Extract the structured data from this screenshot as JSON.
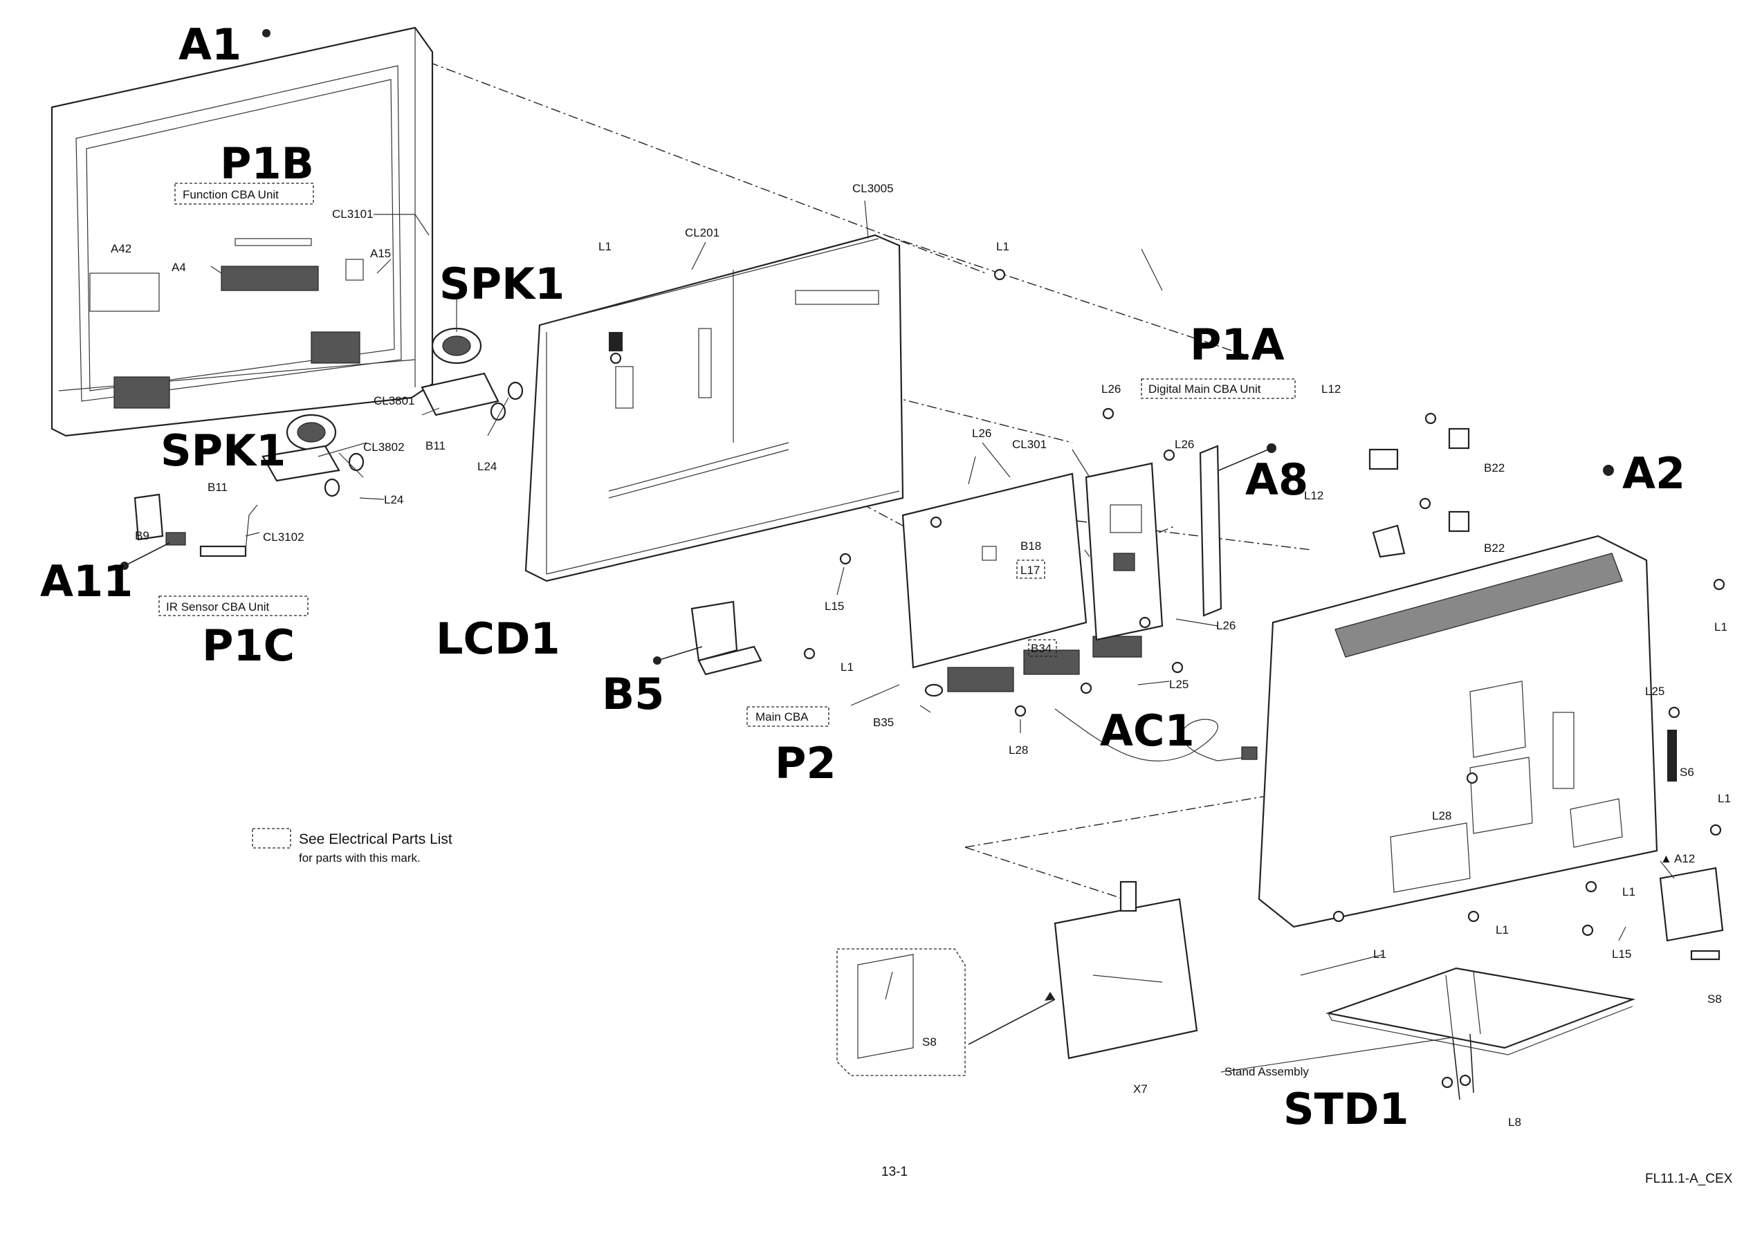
{
  "labels": {
    "function_cba": "Function CBA Unit",
    "ir_sensor_cba": "IR Sensor CBA Unit",
    "digital_main_cba": "Digital Main CBA Unit",
    "main_cba": "Main CBA",
    "cl3101": "CL3101",
    "cl3102": "CL3102",
    "cl3801": "CL3801",
    "cl3802": "CL3802",
    "cl3005": "CL3005",
    "cl201": "CL201",
    "cl301": "CL301",
    "a42": "A42",
    "a4": "A4",
    "a15": "A15",
    "a12": "A12",
    "b9": "B9",
    "b11a": "B11",
    "b11b": "B11",
    "b18": "B18",
    "b22a": "B22",
    "b22b": "B22",
    "b34": "B34",
    "b35": "B35",
    "l17": "L17",
    "l1a": "L1",
    "l1b": "L1",
    "l1c": "L1",
    "l1d": "L1",
    "l1e": "L1",
    "l1f": "L1",
    "l1g": "L1",
    "l1h": "L1",
    "l8": "L8",
    "l12a": "L12",
    "l12b": "L12",
    "l15a": "L15",
    "l15b": "L15",
    "l24a": "L24",
    "l24b": "L24",
    "l25a": "L25",
    "l25b": "L25",
    "l26a": "L26",
    "l26b": "L26",
    "l26c": "L26",
    "l26d": "L26",
    "l28a": "L28",
    "l28b": "L28",
    "s6": "S6",
    "s8a": "S8",
    "s8b": "S8",
    "x7": "X7",
    "stand_assembly": "Stand Assembly",
    "legend_title": "See Electrical Parts List",
    "legend_sub": "for parts with this mark.",
    "page_number": "13-1",
    "doc_code": "FL11.1-A_CEX"
  },
  "handwritten": {
    "a1": "A1",
    "p1b": "P1B",
    "spk1_top": "SPK1",
    "spk1_left": "SPK1",
    "a11": "A11",
    "p1c": "P1C",
    "lcd1": "LCD1",
    "b5": "B5",
    "p2": "P2",
    "ac1": "AC1",
    "p1a": "P1A",
    "a8": "A8",
    "a2": "A2",
    "std1": "STD1"
  }
}
